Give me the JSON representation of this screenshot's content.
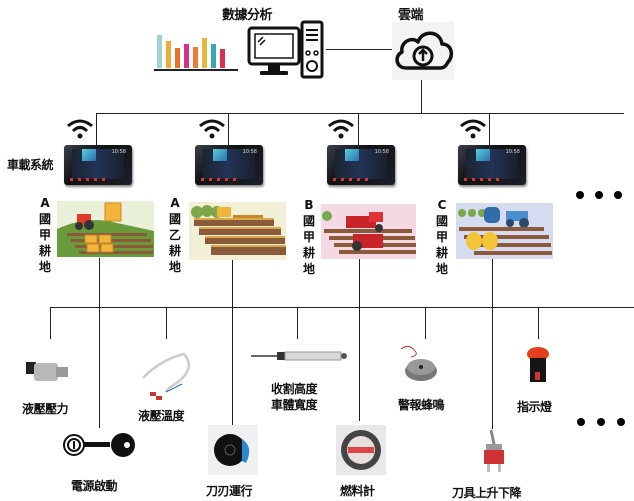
{
  "top": {
    "analytics_label": "數據分析",
    "cloud_label": "雲端",
    "chart_icon": "bar-chart-icon",
    "computer_icon": "desktop-computer-icon",
    "cloud_icon": "cloud-upload-icon"
  },
  "vehicle_system_label": "車載系統",
  "farmlands": [
    {
      "prefix": "A",
      "chars": [
        "國",
        "甲",
        "耕",
        "地"
      ]
    },
    {
      "prefix": "A",
      "chars": [
        "國",
        "乙",
        "耕",
        "地"
      ]
    },
    {
      "prefix": "B",
      "chars": [
        "國",
        "甲",
        "耕",
        "地"
      ]
    },
    {
      "prefix": "C",
      "chars": [
        "國",
        "甲",
        "耕",
        "地"
      ]
    }
  ],
  "sensors": {
    "hydraulic_pressure": "液壓壓力",
    "power_start": "電源啟動",
    "hydraulic_temp": "液壓溫度",
    "blade_run": "刀刃運行",
    "harvest_height": "收割高度",
    "body_width": "車體寬度",
    "fuel_gauge": "燃料計",
    "alarm_buzzer": "警報蜂鳴",
    "tool_lift": "刀具上升下降",
    "indicator_light": "指示燈"
  },
  "colors": {
    "line": "#222222",
    "field_a1_bg": "#e8f1d8",
    "field_a2_bg": "#f3efd6",
    "field_b_bg": "#f4d8e4",
    "field_c_bg": "#d6dbef",
    "soil": "#8a5a3a"
  }
}
